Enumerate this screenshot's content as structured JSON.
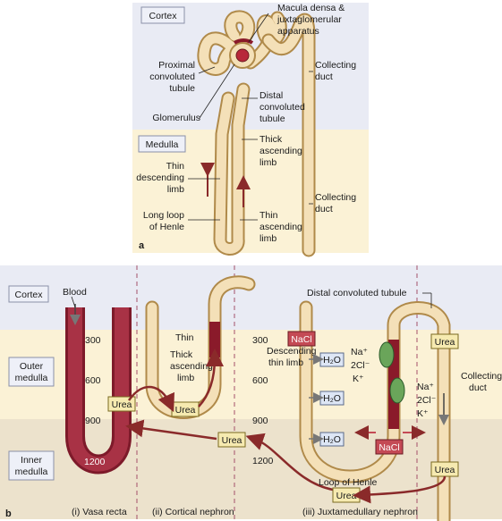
{
  "panel_a": {
    "letter": "a",
    "zone_cortex": "Cortex",
    "zone_medulla": "Medulla",
    "macula_densa": "Macula densa &",
    "juxtaglomerular": "juxtaglomerular",
    "apparatus": "apparatus",
    "proximal_1": "Proximal",
    "proximal_2": "convoluted",
    "proximal_3": "tubule",
    "collecting_1": "Collecting",
    "collecting_2": "duct",
    "distal_1": "Distal",
    "distal_2": "convoluted",
    "distal_3": "tubule",
    "glomerulus": "Glomerulus",
    "thick_1": "Thick",
    "thick_2": "ascending",
    "thick_3": "limb",
    "thin_desc_1": "Thin",
    "thin_desc_2": "descending",
    "thin_desc_3": "limb",
    "collecting_b1": "Collecting",
    "collecting_b2": "duct",
    "long_loop_1": "Long loop",
    "long_loop_2": "of Henle",
    "thin_asc_1": "Thin",
    "thin_asc_2": "ascending",
    "thin_asc_3": "limb"
  },
  "panel_b": {
    "letter": "b",
    "zone_cortex": "Cortex",
    "zone_outer_1": "Outer",
    "zone_outer_2": "medulla",
    "zone_inner_1": "Inner",
    "zone_inner_2": "medulla",
    "blood": "Blood",
    "osm_300": "300",
    "osm_600": "600",
    "osm_900": "900",
    "osm_1200": "1200",
    "thin": "Thin",
    "thick_1": "Thick",
    "thick_2": "ascending",
    "thick_3": "limb",
    "urea": "Urea",
    "nacl": "NaCl",
    "h2o": "H₂O",
    "descending_1": "Descending",
    "descending_2": "thin limb",
    "distal_tubule": "Distal convoluted tubule",
    "na": "Na⁺",
    "cl": "2Cl⁻",
    "k": "K⁺",
    "collecting_1": "Collecting",
    "collecting_2": "duct",
    "loop_henle": "Loop of Henle",
    "caption_i": "(i) Vasa recta",
    "caption_ii": "(ii) Cortical nephron",
    "caption_iii": "(iii) Juxtamedullary nephron"
  },
  "colors": {
    "cortex_bg": "#e9ebf4",
    "medulla_bg": "#fbf2d6",
    "inner_bg": "#ece2cc"
  }
}
